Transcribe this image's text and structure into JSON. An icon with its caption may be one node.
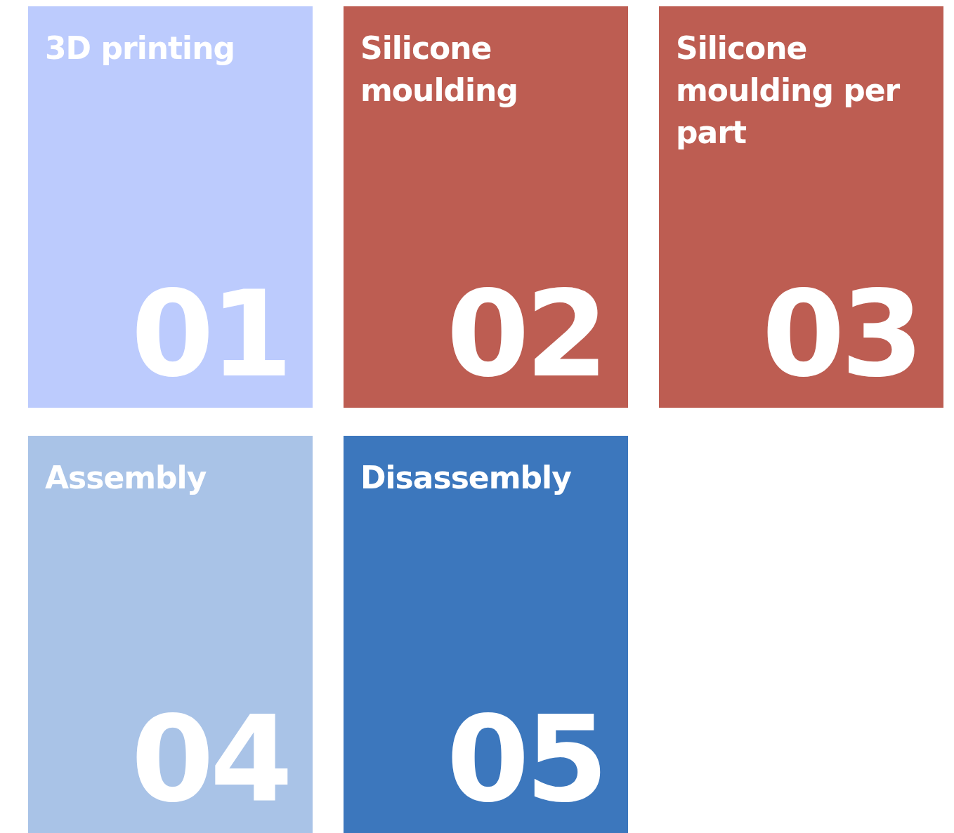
{
  "diagram": {
    "nodes": [
      {
        "text": [
          "3D printing",
          "01"
        ]
      },
      {
        "text": [
          "Silicone moulding",
          "02"
        ]
      },
      {
        "text": [
          "Silicone moulding per part",
          "03"
        ]
      },
      {
        "text": [
          "Assembly",
          "04"
        ]
      },
      {
        "text": [
          "Disassembly",
          "05"
        ]
      }
    ]
  }
}
